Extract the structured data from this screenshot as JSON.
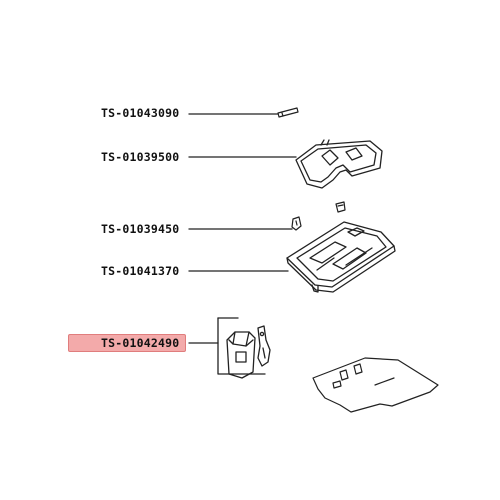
{
  "parts": [
    {
      "id": "pin",
      "label": "TS-01043090"
    },
    {
      "id": "heating-element",
      "label": "TS-01039500"
    },
    {
      "id": "clip",
      "label": "TS-01039450"
    },
    {
      "id": "frame",
      "label": "TS-01041370"
    },
    {
      "id": "hinge",
      "label": "TS-01042490",
      "highlighted": true
    }
  ],
  "colors": {
    "highlight_fill": "#f3aaaa",
    "highlight_border": "#e07d7d",
    "line": "#222222"
  }
}
